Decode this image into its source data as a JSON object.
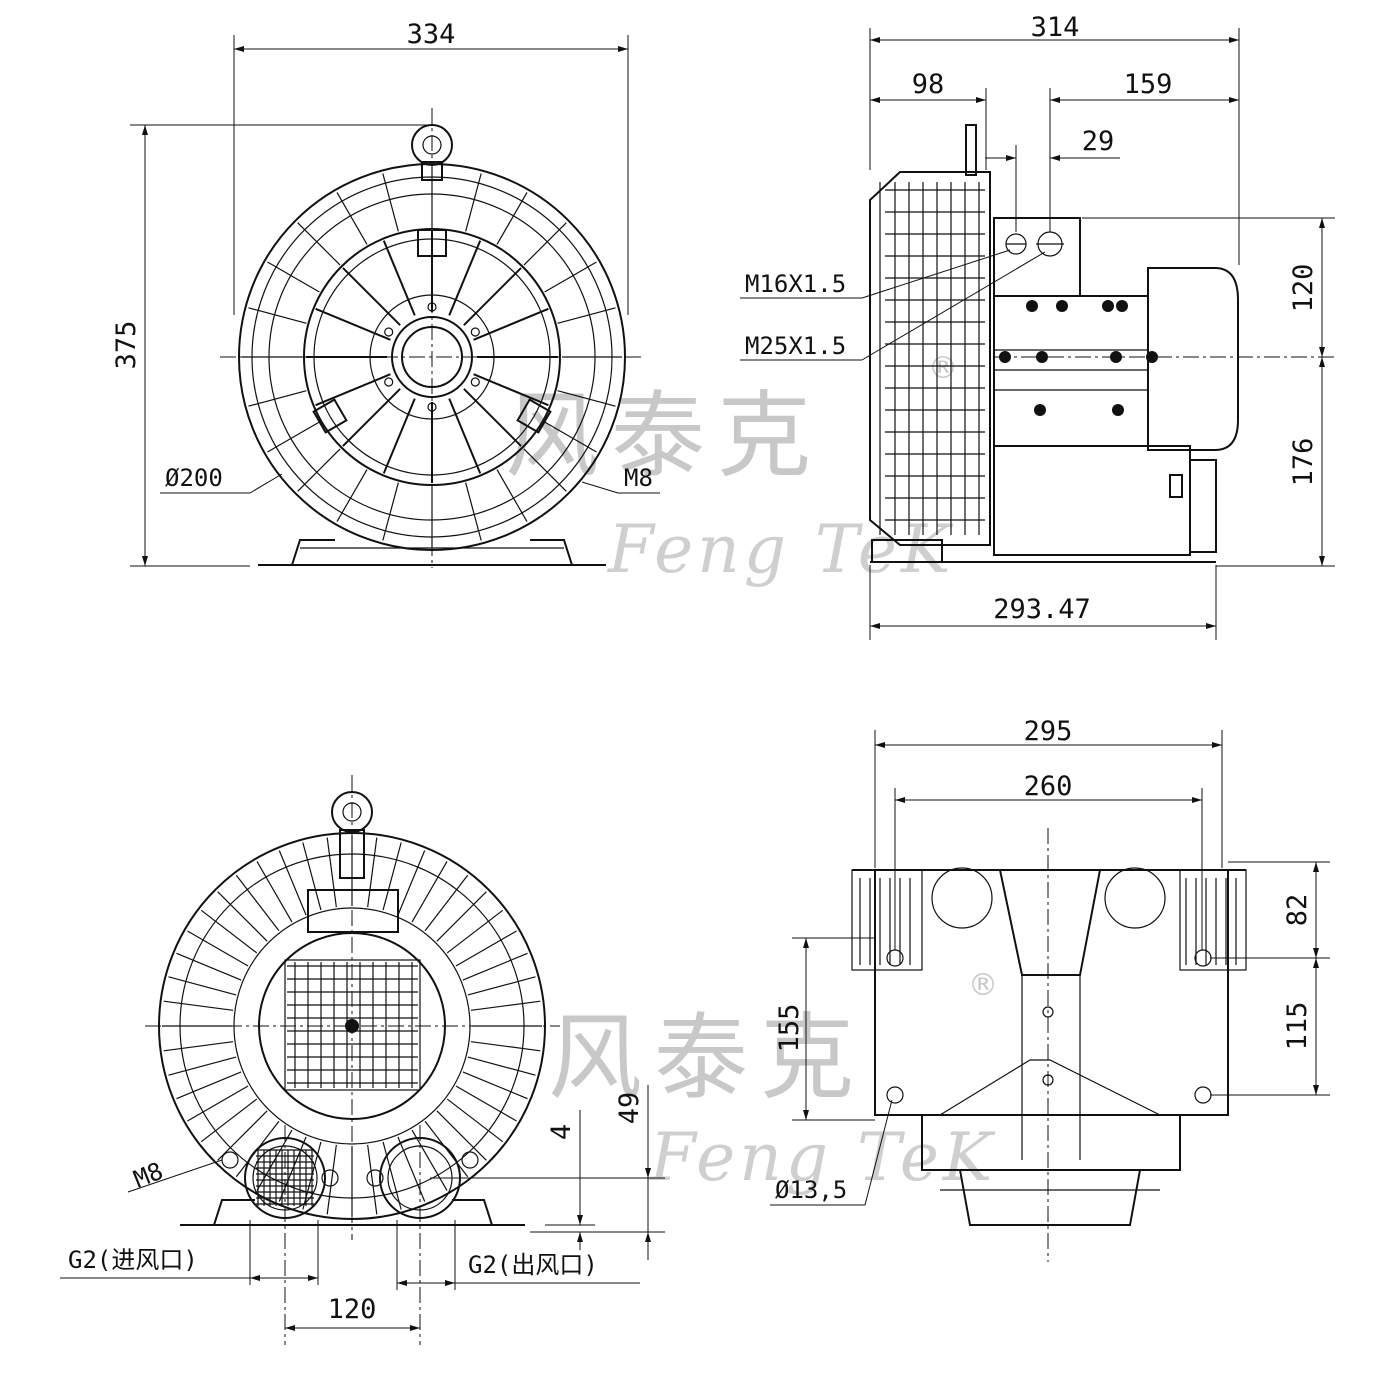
{
  "watermark": {
    "cn": "风泰克",
    "en": "Feng TeK",
    "reg": "®"
  },
  "front_view": {
    "dims": {
      "width": "334",
      "height": "375"
    },
    "labels": {
      "diameter": "Ø200",
      "bolt": "M8"
    }
  },
  "side_view": {
    "dims": {
      "overall": "314",
      "left": "98",
      "right": "159",
      "small": "29",
      "upper": "120",
      "lower": "176",
      "base": "293.47"
    },
    "labels": {
      "thread1": "M16X1.5",
      "thread2": "M25X1.5"
    }
  },
  "rear_view": {
    "dims": {
      "height": "49",
      "offset": "4",
      "spacing": "120"
    },
    "labels": {
      "bolt": "M8",
      "inlet": "G2(进风口)",
      "outlet": "G2(出风口)"
    }
  },
  "bottom_view": {
    "dims": {
      "overall": "295",
      "inner": "260",
      "left": "155",
      "top_right": "82",
      "bottom_right": "115"
    },
    "labels": {
      "hole": "Ø13,5"
    }
  }
}
